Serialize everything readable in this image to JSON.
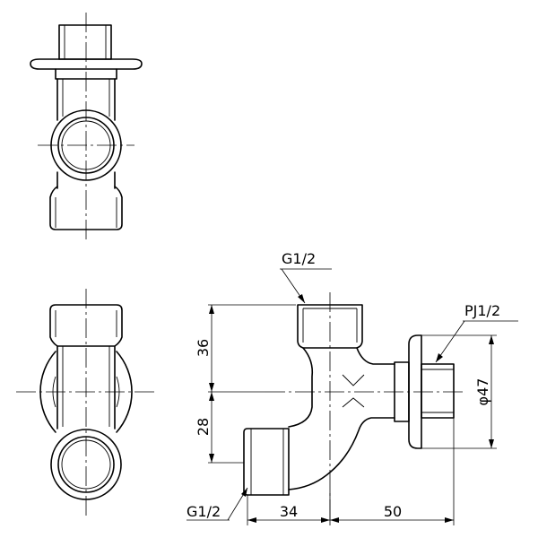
{
  "labels": {
    "top_port": "G1/2",
    "bottom_port": "G1/2",
    "side_port": "PJ1/2"
  },
  "dimensions": {
    "upper_height": "36",
    "lower_height": "28",
    "horizontal_offset": "34",
    "horizontal_length": "50",
    "flange_diameter": "φ47"
  }
}
